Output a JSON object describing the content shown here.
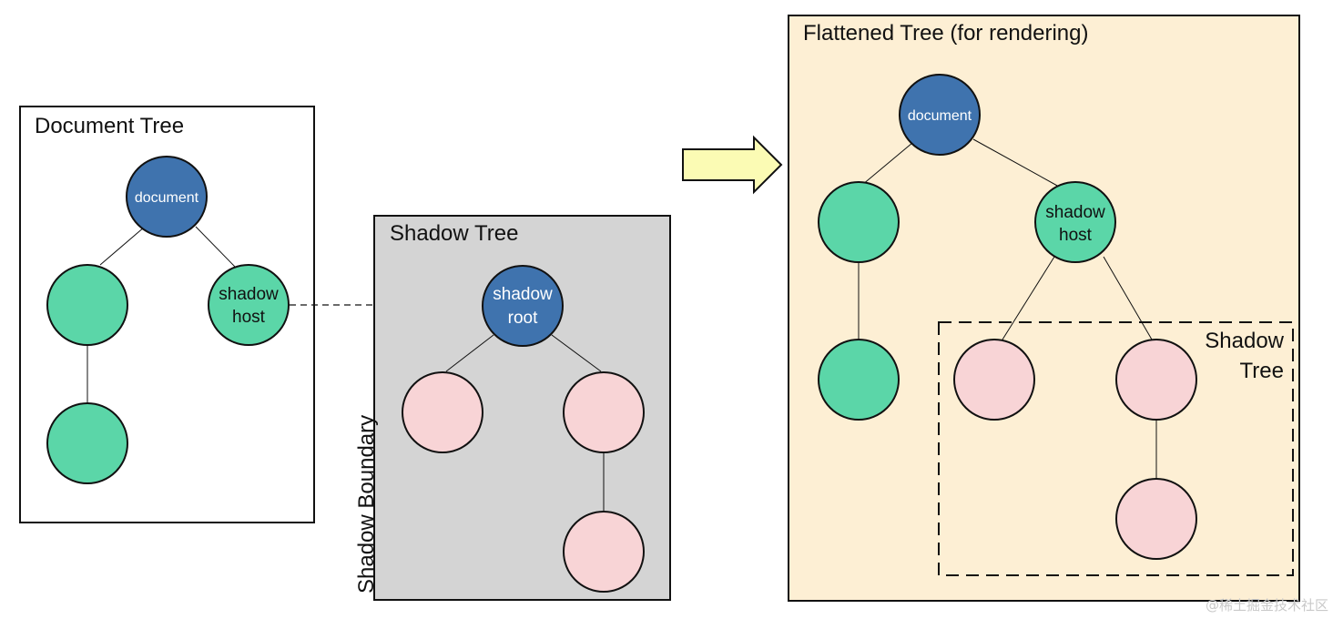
{
  "colors": {
    "document_node": "#3f73ae",
    "host_node": "#5bd6a8",
    "shadow_node": "#f8d4d6",
    "shadow_panel": "#d4d4d4",
    "flattened_panel": "#fdefd4",
    "arrow_fill": "#fbfbb4"
  },
  "document_tree": {
    "title": "Document Tree",
    "document_label": "document",
    "host_label_line1": "shadow",
    "host_label_line2": "host"
  },
  "shadow_tree": {
    "title": "Shadow Tree",
    "boundary_label": "Shadow Boundary",
    "root_label_line1": "shadow",
    "root_label_line2": "root"
  },
  "flattened_tree": {
    "title": "Flattened Tree (for rendering)",
    "document_label": "document",
    "host_label_line1": "shadow",
    "host_label_line2": "host",
    "subtree_label_line1": "Shadow",
    "subtree_label_line2": "Tree"
  },
  "watermark": "@稀土掘金技术社区"
}
